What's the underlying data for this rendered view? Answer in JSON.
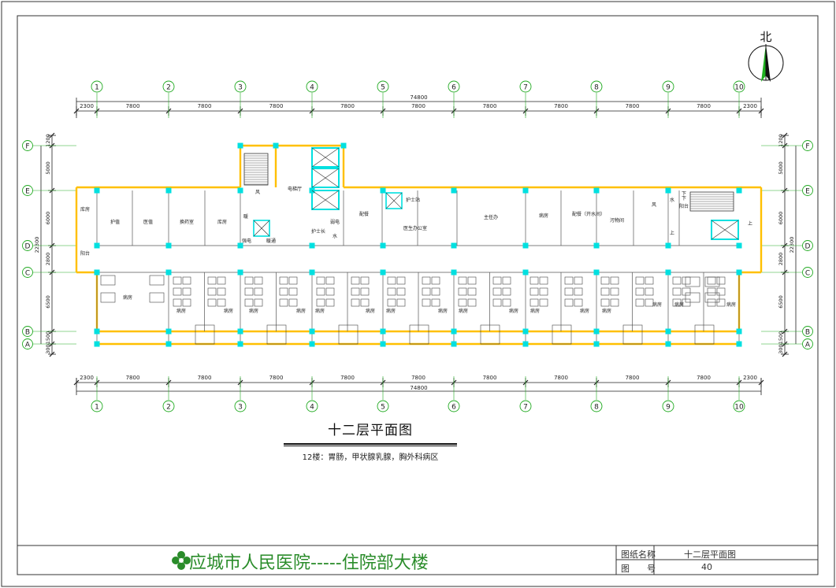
{
  "drawing": {
    "north_label": "北",
    "total_dimension": "74800",
    "top_bay_dims": [
      "2300",
      "7800",
      "7800",
      "7800",
      "7800",
      "7800",
      "7800",
      "7800",
      "7800",
      "7800",
      "2300"
    ],
    "bottom_bay_dims": [
      "2300",
      "7800",
      "7800",
      "7800",
      "7800",
      "7800",
      "7800",
      "7800",
      "7800",
      "2300"
    ],
    "total_depth": "22300",
    "vertical_dims": [
      "1200",
      "5000",
      "6000",
      "2800",
      "6500",
      "1500",
      "300"
    ],
    "col_axes": [
      "1",
      "2",
      "3",
      "4",
      "5",
      "6",
      "7",
      "8",
      "9",
      "10"
    ],
    "row_axes": [
      "F",
      "E",
      "D",
      "C",
      "B",
      "A"
    ],
    "rooms": {
      "north": [
        "库房",
        "护值",
        "医值",
        "换药室",
        "库房",
        "电梯厅",
        "风",
        "暖",
        "暖通",
        "强电",
        "弱电",
        "水",
        "护士长",
        "配餐",
        "护士站",
        "医生办公室",
        "主任办",
        "病房",
        "配餐（开水间）",
        "污物间",
        "风",
        "水",
        "上",
        "下",
        "阳台",
        "上",
        "下"
      ],
      "south": [
        "阳台",
        "病房",
        "病房",
        "病房",
        "病房",
        "病房",
        "病房",
        "病房",
        "病房",
        "病房",
        "病房",
        "病房",
        "病房",
        "病房",
        "病房",
        "病房",
        "病房",
        "病房"
      ]
    },
    "title": "十二层平面图",
    "subtitle": "12楼：胃肠，甲状腺乳腺，胸外科病区"
  },
  "title_block": {
    "hospital_name": "应城市人民医院-----住院部大楼",
    "drawing_name_label": "图纸名称",
    "drawing_name_value": "十二层平面图",
    "drawing_no_label": "图　　号",
    "drawing_no_value": "40"
  },
  "colors": {
    "wall": "#ffc000",
    "column": "#00e0e0",
    "dim": "#22aa22",
    "brand": "#2a8c2a",
    "line": "#222222"
  }
}
